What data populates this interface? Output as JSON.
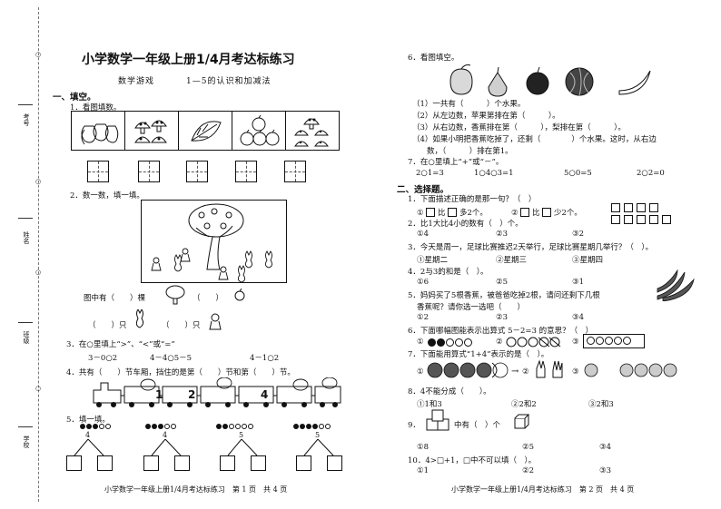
{
  "page": {
    "title": "小学数学一年级上册1/4月考达标练习",
    "subtitle_left": "数学游戏",
    "subtitle_right": "1—5的认识和加减法",
    "side_labels": [
      "考号",
      "姓名",
      "班级",
      "学校"
    ],
    "footer_left": "小学数学一年级上册1/4月考达标练习　第 1 页　共 4 页",
    "footer_right": "小学数学一年级上册1/4月考达标练习　第 2 页　共 4 页"
  },
  "section1": {
    "heading": "一、填空。",
    "q1": "1．看图填数。",
    "q2": "2．数一数，填一填。",
    "q2_line1_a": "图中有（　　）棵",
    "q2_line1_b": "（　　）",
    "q2_line2_a": "（　　）只",
    "q2_line2_b": "（　　）只",
    "q3": "3．在○里填上“>”、“<”或“=”",
    "q3_items": [
      "3－0○2",
      "4－4○5－5",
      "4－1○2"
    ],
    "q4": "4．共有（　　）节车厢，挡住的是第（　　）节和第（　　）节。",
    "train_numbers": [
      "1",
      "2",
      "4"
    ],
    "q5": "5．填一填。",
    "q5_trees": [
      {
        "top": "4",
        "dots": "fffoo"
      },
      {
        "top": "4",
        "dots": "fffoo"
      },
      {
        "top": "5",
        "dots": "ffoooo"
      },
      {
        "top": "5",
        "dots": "ffffoo"
      }
    ]
  },
  "section1_q6": {
    "q6": "6．看图填空。",
    "lines": [
      "（1）一共有（　　　）个水果。",
      "（2）从左边数，苹果第排在第（　　　）。",
      "（3）从右边数，香蕉排在第（　　　），梨排在第（　　　）。",
      "（4）如果小明把香蕉吃掉了，还剩（　　　　）个水果。这时，从右边",
      "数，（　　　）排在第1。"
    ],
    "q7": "7．在○里填上“+”或“－”。",
    "q7_items": [
      "2○1=3",
      "1○4○3=1",
      "5○0=5",
      "2○2=0"
    ]
  },
  "section2": {
    "heading": "二、选择题。",
    "questions": [
      {
        "text": "1．下面描述正确的是那一句？（　）",
        "options": [
          "①",
          "比",
          "多2个。",
          "②",
          "比",
          "少2个。"
        ]
      },
      {
        "text": "2．比1大比4小的数有（　）个。",
        "options": [
          "①4",
          "②3",
          "③2"
        ]
      },
      {
        "text": "3．今天是周一，足球比赛推迟2天举行，足球比赛星期几举行？（　）。",
        "options": [
          "①星期二",
          "②星期三",
          "③星期四"
        ]
      },
      {
        "text": "4．2与3的和是（　）。",
        "options": [
          "①6",
          "②5",
          "③1"
        ]
      },
      {
        "text": "5．妈妈买了5根香蕉，被爸爸吃掉2根，请问还剩下几根",
        "text2": "香蕉呢？请你选一选吧（　　）",
        "options": [
          "①2",
          "②3",
          "③4"
        ]
      },
      {
        "text": "6．下面哪幅图能表示出算式 5－2=3 的意思？（　）",
        "options": [
          "①",
          "②",
          "③"
        ]
      },
      {
        "text": "7．下面能用算式“1+4”表示的是（　）。",
        "options": [
          "①",
          "②",
          "③"
        ]
      },
      {
        "text": "8．4不能分成（　　）。",
        "options": [
          "①1和3",
          "②2和2",
          "③2和3"
        ]
      },
      {
        "text": "9．",
        "text2": "中有（　）个",
        "options": [
          "①8",
          "②5",
          "③4"
        ]
      },
      {
        "text": "10．4>□+1，□中不可以填（　）。",
        "options": [
          "①1",
          "②2",
          "③3"
        ]
      }
    ]
  }
}
